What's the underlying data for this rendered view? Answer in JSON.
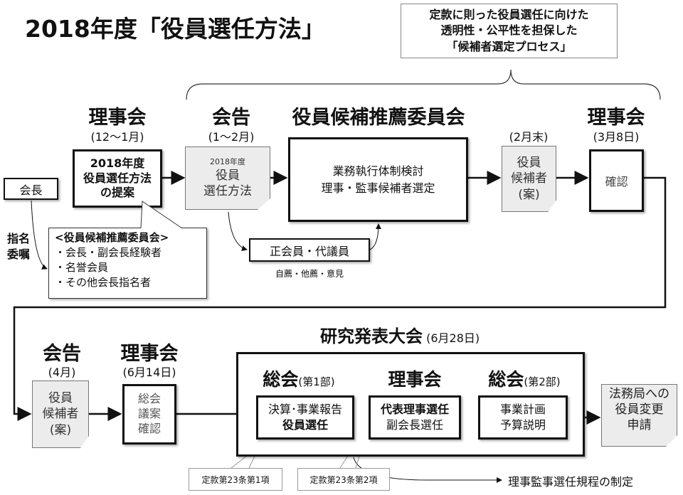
{
  "title": "2018年度「役員選任方法」",
  "summary": [
    "定款に則った役員選任に向けた",
    "透明性・公平性を担保した",
    "「候補者選定プロセス」"
  ],
  "row1": {
    "kaicho": "会長",
    "shimei": [
      "指名",
      "委嘱"
    ],
    "rijikai1": {
      "header": "理事会",
      "period": "(12〜1月)",
      "lines": [
        "2018年度",
        "役員選任方法",
        "の提案"
      ]
    },
    "committee": {
      "title": "<役員候補推薦委員会>",
      "items": [
        "・会長・副会長経験者",
        "・名誉会員",
        "・その他会長指名者"
      ]
    },
    "kokoku1": {
      "header": "会告",
      "period": "(1〜2月)",
      "small": "2018年度",
      "lines": [
        "役員",
        "選任方法"
      ]
    },
    "members": "正会員・代議員",
    "members_note": "自薦・他薦・意見",
    "suisen": {
      "header": "役員候補推薦委員会",
      "lines": [
        "業務執行体制検討",
        "理事・監事候補者選定"
      ]
    },
    "kohosha": {
      "period": "(2月末)",
      "lines": [
        "役員",
        "候補者",
        "(案)"
      ]
    },
    "rijikai2": {
      "header": "理事会",
      "period": "(3月8日)",
      "label": "確認"
    }
  },
  "row2": {
    "kokoku2": {
      "header": "会告",
      "period": "(4月)",
      "lines": [
        "役員",
        "候補者",
        "(案)"
      ]
    },
    "rijikai3": {
      "header": "理事会",
      "period": "(6月14日)",
      "lines": [
        "総会",
        "議案",
        "確認"
      ]
    },
    "taikai": {
      "header": "研究発表大会",
      "date": "(6月28日)"
    },
    "sokai1": {
      "header": "総会",
      "part": "(第1部)",
      "line1": "決算･事業報告",
      "line2": "役員選任"
    },
    "rijikai4": {
      "header": "理事会",
      "line1": "代表理事選任",
      "line2": "副会長選任"
    },
    "sokai2": {
      "header": "総会",
      "part": "(第2部)",
      "line1": "事業計画",
      "line2": "予算説明"
    },
    "homukyoku": [
      "法務局への",
      "役員変更",
      "申請"
    ],
    "teikan1": "定款第23条第1項",
    "teikan2": "定款第23条第2項",
    "kitei": "理事監事選任規程の制定"
  }
}
